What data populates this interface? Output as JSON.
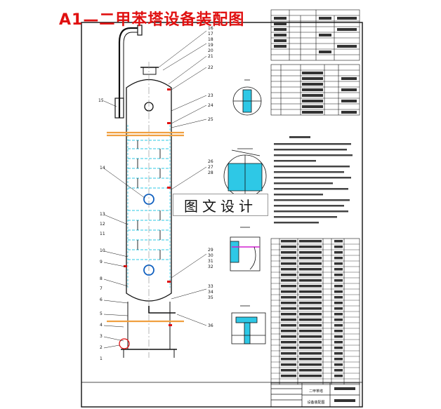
{
  "title": {
    "code": "A1",
    "text": "—二甲苯塔设备装配图"
  },
  "watermark": "图文设计",
  "callouts_left": [
    "15",
    "14",
    "13",
    "12",
    "11",
    "10",
    "9",
    "8",
    "7",
    "6",
    "5",
    "4",
    "3",
    "2",
    "1"
  ],
  "callouts_right": [
    "16",
    "17",
    "18",
    "19",
    "20",
    "21",
    "22",
    "23",
    "24",
    "25",
    "26",
    "27",
    "28",
    "29",
    "30",
    "31",
    "32",
    "33",
    "34",
    "35",
    "36"
  ],
  "title_block": {
    "name": "二甲苯塔",
    "sub": "设备装配图"
  },
  "colors": {
    "ink": "#111111",
    "accent": "#e01010",
    "cyan": "#2ec8e6",
    "magenta": "#d020d0",
    "orange": "#f0a040",
    "gray": "#8a8a8a"
  }
}
